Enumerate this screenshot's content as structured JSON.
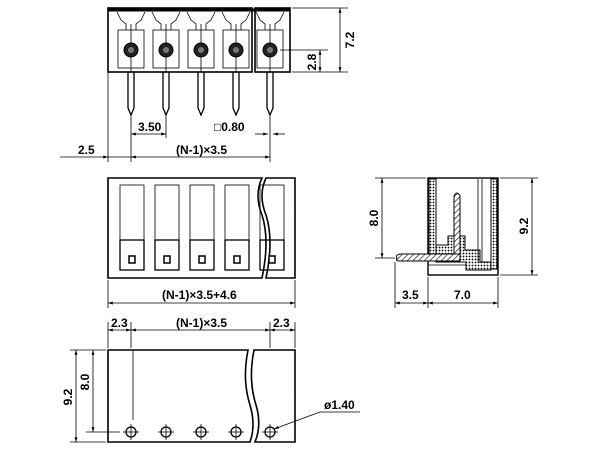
{
  "top_view": {
    "height_total": "7.2",
    "hole_height": "2.8",
    "pitch": "3.50",
    "pin_size": "□0.80",
    "edge_offset": "2.5",
    "span": "(N-1)×3.5"
  },
  "front_view": {
    "overall_length": "(N-1)×3.5+4.6"
  },
  "side_view": {
    "pin_height": "8.0",
    "body_height": "9.2",
    "pin_projection": "3.5",
    "body_depth": "7.0"
  },
  "bottom_view": {
    "left_margin": "2.3",
    "span": "(N-1)×3.5",
    "right_margin": "2.3",
    "height_total": "9.2",
    "height_inner": "8.0",
    "hole_diameter": "ø1.40"
  }
}
